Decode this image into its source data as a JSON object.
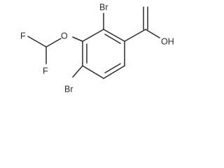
{
  "molecule": {
    "substituents": {
      "br_top": "Br",
      "br_bottom": "Br",
      "oh": "OH",
      "o_ether": "O",
      "f_top": "F",
      "f_bottom": "F"
    }
  }
}
